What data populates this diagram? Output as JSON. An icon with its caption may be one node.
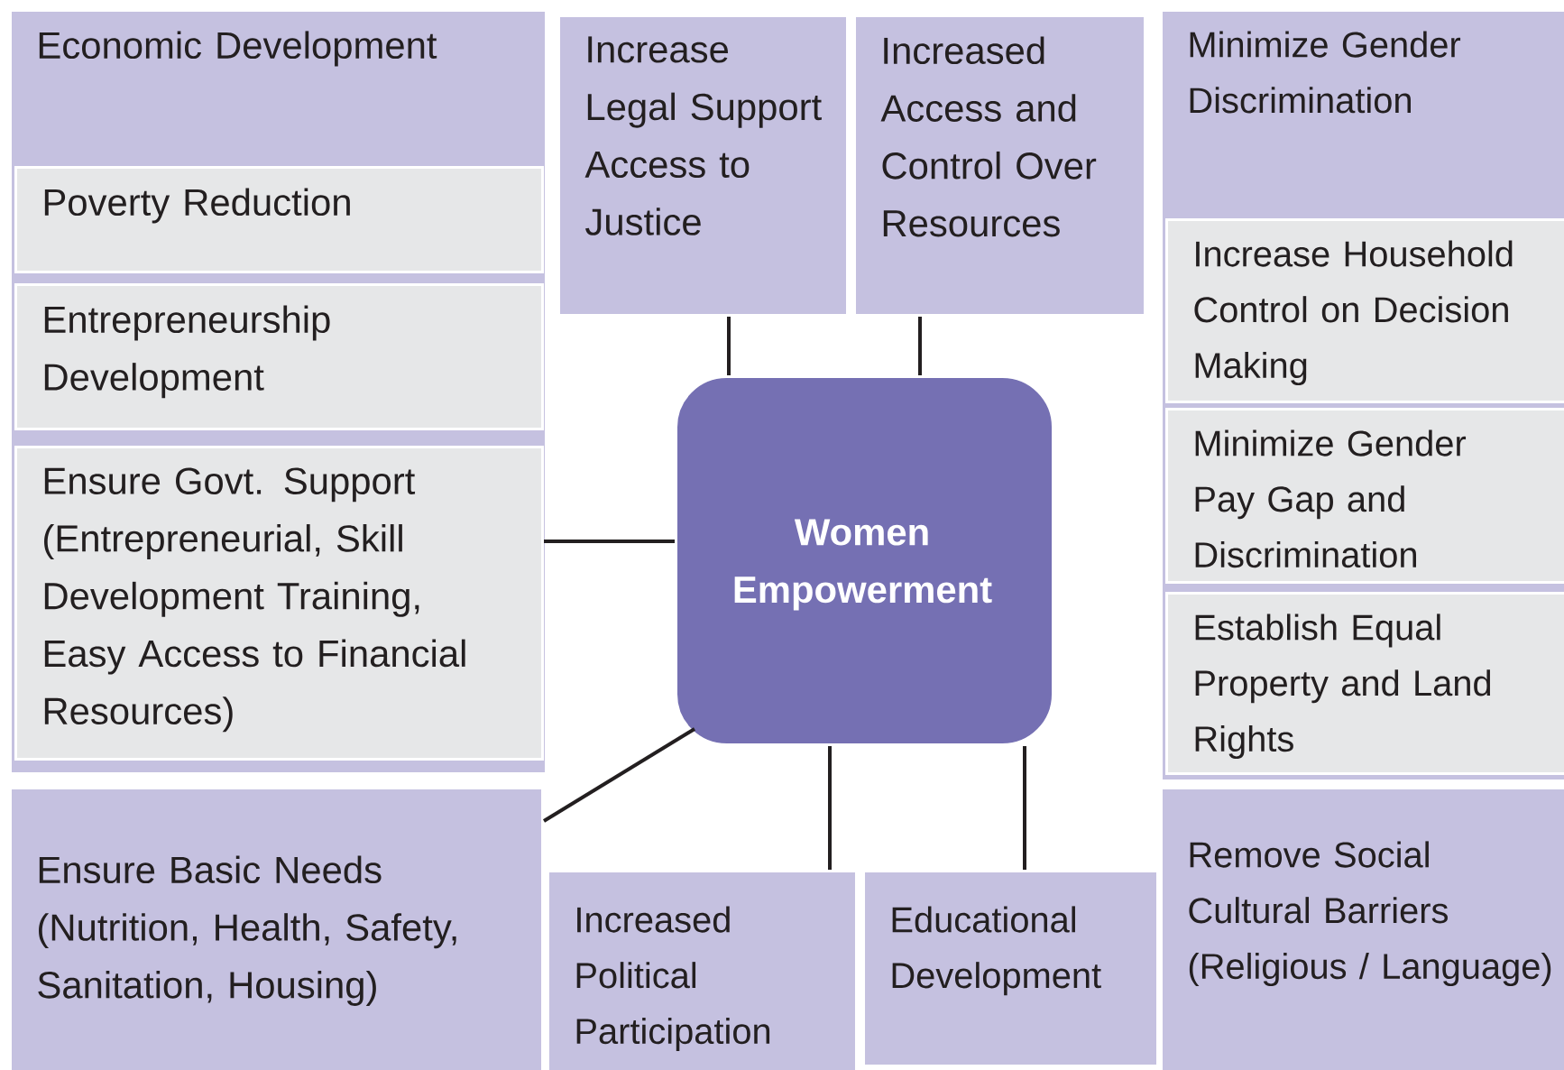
{
  "diagram": {
    "nodes": [
      {
        "text": [
          "Economic Development"
        ]
      },
      {
        "text": [
          "Poverty Reduction"
        ],
        "in": 0
      },
      {
        "text": [
          "Entrepreneurship Development"
        ],
        "in": 0
      },
      {
        "text": [
          "Ensure Govt. Support (Entrepreneurial, Skill Development Training, Easy Access to Financial Resources)"
        ],
        "in": 0
      },
      {
        "text": [
          "Increase Legal Support Access to Justice"
        ]
      },
      {
        "text": [
          "Increased Access and Control Over Resources"
        ]
      },
      {
        "text": [
          "Women Empowerment"
        ]
      },
      {
        "text": [
          "Minimize Gender Discrimination"
        ]
      },
      {
        "text": [
          "Increase Household Control on Decision Making"
        ],
        "in": 7
      },
      {
        "text": [
          "Minimize Gender Pay Gap and Discrimination"
        ],
        "in": 7
      },
      {
        "text": [
          "Establish Equal Property and Land Rights"
        ],
        "in": 7
      },
      {
        "text": [
          "Ensure Basic Needs (Nutrition, Health, Safety, Sanitation, Housing)"
        ]
      },
      {
        "text": [
          "Increased Political Participation"
        ]
      },
      {
        "text": [
          "Educational Development"
        ]
      },
      {
        "text": [
          "Remove Social Cultural Barriers (Religious / Language)"
        ]
      }
    ],
    "edges": [
      {
        "from": 6,
        "to": 4,
        "arrow": "none"
      },
      {
        "from": 6,
        "to": 5,
        "arrow": "none"
      },
      {
        "from": 6,
        "to": 3,
        "arrow": "none"
      },
      {
        "from": 6,
        "to": 11,
        "arrow": "none"
      },
      {
        "from": 6,
        "to": 12,
        "arrow": "none"
      },
      {
        "from": 6,
        "to": 13,
        "arrow": "none"
      }
    ]
  }
}
